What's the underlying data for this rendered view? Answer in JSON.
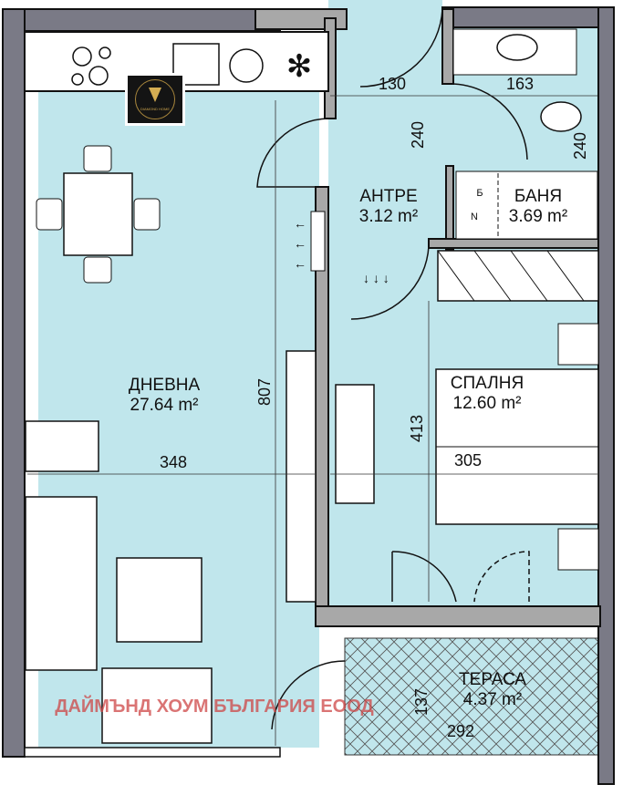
{
  "colors": {
    "floor": "#c0e6ec",
    "wall": "#7a7a86",
    "wall_light": "#a8a8a8",
    "watermark": "#cd4646"
  },
  "rooms": {
    "living": {
      "name": "ДНЕВНА",
      "area": "27.64 m²"
    },
    "hall": {
      "name": "АНТРЕ",
      "area": "3.12 m²"
    },
    "bath": {
      "name": "БАНЯ",
      "area": "3.69 m²"
    },
    "bedroom": {
      "name": "СПАЛНЯ",
      "area": "12.60 m²"
    },
    "terrace": {
      "name": "ТЕРАСА",
      "area": "4.37 m²"
    }
  },
  "dimensions": {
    "d130": "130",
    "d163": "163",
    "d240_hall": "240",
    "d240_bath": "240",
    "d807": "807",
    "d348": "348",
    "d413": "413",
    "d305": "305",
    "d137": "137",
    "d292": "292"
  },
  "bath_fixture_labels": {
    "b": "Б",
    "n": "N"
  },
  "watermark": "ДАЙМЪНД ХОУМ БЪЛГАРИЯ ЕООД",
  "logo": {
    "text": "DIAMOND HOME",
    "icon": "diamond-icon"
  }
}
